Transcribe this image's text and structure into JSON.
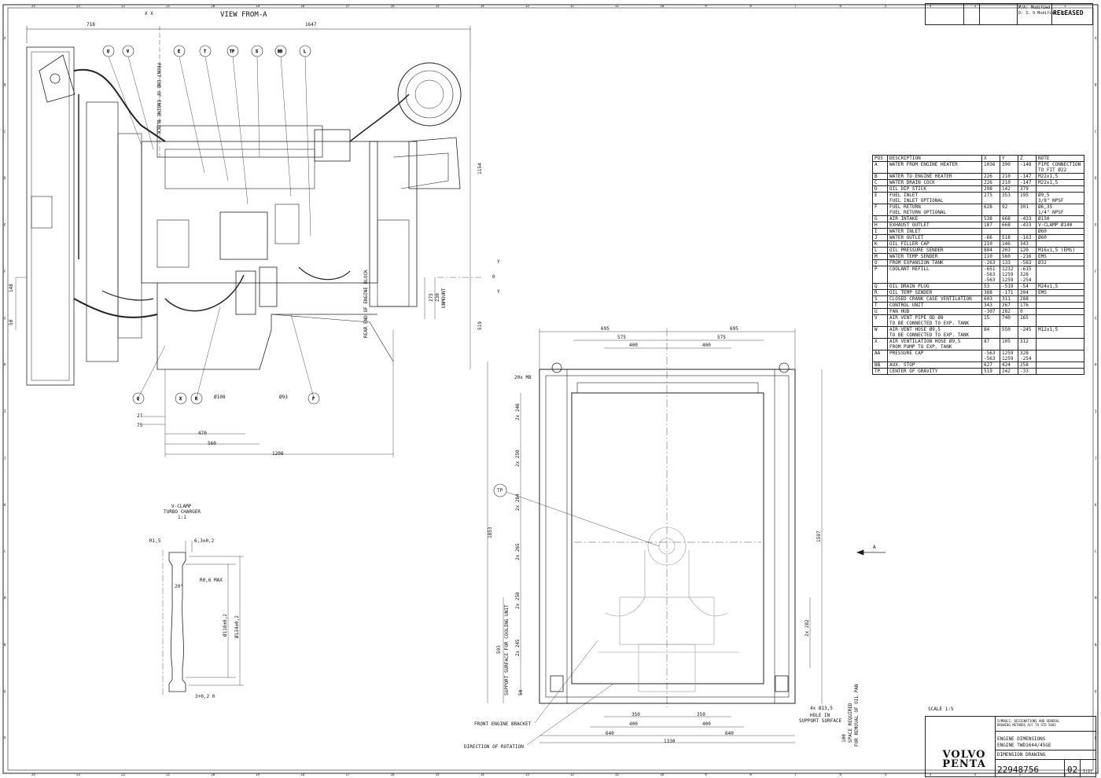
{
  "border": {
    "top_numbers": [
      "24",
      "23",
      "22",
      "21",
      "20",
      "19",
      "18",
      "17",
      "16",
      "15",
      "14",
      "13",
      "12",
      "11",
      "10",
      "9",
      "8",
      "7",
      "6",
      "5",
      "4",
      "3",
      "2",
      "1"
    ],
    "side_letters": [
      "A",
      "B",
      "C",
      "D",
      "E",
      "F",
      "G",
      "H",
      "I",
      "J",
      "K",
      "L",
      "M",
      "N",
      "O",
      "P"
    ]
  },
  "header_view": {
    "view_label": "VIEW FROM-A",
    "x_marks": "X   X"
  },
  "side_view": {
    "top_dims": {
      "left": "718",
      "right": "1647"
    },
    "callouts": [
      "U",
      "V",
      "E",
      "T",
      "TP",
      "S",
      "BB",
      "L"
    ],
    "bottom_callouts": [
      "Q",
      "X",
      "R",
      "F"
    ],
    "front_end_label": "FRONT END OF ENGINE BLOCK",
    "rear_end_label": "REAR END OF ENGINE BLOCK",
    "right_dims": {
      "h1": "1154",
      "h2": "519"
    },
    "small_dims": {
      "d1": "275",
      "d2": "230",
      "d3": "UNMOUNT"
    },
    "left_dims": {
      "v1": "148",
      "v2": "50"
    },
    "diameters": {
      "a": "Ø108",
      "b": "Ø93"
    },
    "bottom_dims": {
      "a": "27",
      "b": "75",
      "c": "470",
      "d": "560",
      "e": "1208"
    },
    "y_marks": {
      "top": "Y",
      "bottom": "Y",
      "mid": "0"
    }
  },
  "front_view": {
    "top_dims": {
      "a": "695",
      "b": "695",
      "c": "575",
      "d": "575",
      "e": "400",
      "f": "400"
    },
    "holes_label": "20x M8",
    "left_chain": [
      "2x 246",
      "2x 250",
      "2x 284",
      "2x 265",
      "2x 250",
      "2x 245"
    ],
    "left_bottom": "50",
    "left_total": "1853",
    "left_593": "593",
    "support_label": "SUPPORT SURFACE FOR COOLING UNIT",
    "right_dims": {
      "h": "1597",
      "d": "2x 282"
    },
    "tp_callout": "TP",
    "bottom_dims": {
      "a": "350",
      "b": "350",
      "c": "400",
      "d": "400",
      "e": "640",
      "f": "640",
      "g": "1330"
    },
    "hole_note": "4x Ø13,5\nHOLE IN\nSUPPORT SURFACE",
    "oil_pan_note": "SPACE REQUIRED\nFOR REMOVAL OF OIL PAN",
    "oil_pan_dim": "100",
    "front_bracket": "FRONT ENGINE BRACKET",
    "direction": "DIRECTION OF ROTATION",
    "arrow_a": "A"
  },
  "vclamp_detail": {
    "title": "V-CLAMP",
    "subtitle": "TURBO CHARGER",
    "scale": "1:1",
    "r1": "R1,5",
    "w": "6,3±0,2",
    "r06": "R0,6 MAX",
    "ang": "20°",
    "d118": "Ø118±0,2",
    "d134": "Ø134±0,2",
    "bottom": "3+0,2\n  0"
  },
  "position_table": {
    "headers": [
      "POS",
      "DESCRIPTION",
      "X",
      "Y",
      "Z",
      "NOTE"
    ],
    "rows": [
      [
        "A",
        "WATER FROM ENGINE HEATER",
        "1036",
        "390",
        "-148",
        "PIPE CONNECTION\nTO FIT Ø22"
      ],
      [
        "B",
        "WATER TO ENGINE HEATER",
        "226",
        "210",
        "-147",
        "M22x1,5"
      ],
      [
        "C",
        "WATER DRAIN COCK",
        "226",
        "210",
        "-147",
        "M22x1,5"
      ],
      [
        "D",
        "OIL DIP STICK",
        "298",
        "142",
        "379",
        ""
      ],
      [
        "E",
        "FUEL INLET\nFUEL INLET OPTIONAL",
        "275",
        "353",
        "195",
        "Ø9,5\n3/8\" NPSF"
      ],
      [
        "F",
        "FUEL RETURN\nFUEL RETURN OPTIONAL",
        "628",
        "92",
        "301",
        "Ø6,35\n1/4\" NPSF"
      ],
      [
        "G",
        "AIR INTAKE",
        "538",
        "668",
        "-433",
        "Ø150"
      ],
      [
        "H",
        "EXHAUST OUTLET",
        "187",
        "668",
        "-433",
        "V-CLAMP Ø140"
      ],
      [
        "I",
        "WATER INLET",
        "",
        "",
        "",
        "Ø60"
      ],
      [
        "J",
        "WATER OUTLET",
        "-66",
        "518",
        "-163",
        "Ø60"
      ],
      [
        "K",
        "OIL FILLER CAP",
        "210",
        "146",
        "343",
        ""
      ],
      [
        "L",
        "OIL PRESSURE SENDER",
        "804",
        "203",
        "120",
        "M16x1,5 (EMS)"
      ],
      [
        "M",
        "WATER TEMP SENDER",
        "110",
        "560",
        "-216",
        "EMS"
      ],
      [
        "O",
        "FROM EXPANSION TANK",
        "-263",
        "133",
        "-583",
        "Ø32"
      ],
      [
        "P",
        "COOLANT REFILL",
        "-651\n-563\n-563",
        "1232\n1259\n1259",
        "-615\n328\n-254",
        ""
      ],
      [
        "Q",
        "OIL DRAIN PLUG",
        "53",
        "-519",
        "-54",
        "M24x1,5"
      ],
      [
        "R",
        "OIL TEMP SENDER",
        "388",
        "-171",
        "204",
        "EMS"
      ],
      [
        "S",
        "CLOSED CRANK CASE VENTILATION",
        "603",
        "311",
        "288",
        ""
      ],
      [
        "T",
        "CONTROL UNIT",
        "343",
        "267",
        "176",
        ""
      ],
      [
        "U",
        "FAN HUB",
        "-307",
        "282",
        "0",
        ""
      ],
      [
        "V",
        "AIR VENT PIPE OD Ø8\nTO BE CONNECTED TO EXP. TANK",
        "15",
        "740",
        "165",
        ""
      ],
      [
        "W",
        "AIR VENT HOSE Ø9,5\nTO BE CONNECTED TO EXP. TANK",
        "84",
        "550",
        "-245",
        "M12x1,5"
      ],
      [
        "X",
        "AIR VENTILATION HOSE Ø9,5\nFROM PUMP TO EXP. TANK",
        "87",
        "105",
        "312",
        ""
      ],
      [
        "AA",
        "PRESSURE CAP",
        "-563\n-563",
        "1259\n1259",
        "328\n-254",
        ""
      ],
      [
        "BB",
        "AUX. STOP",
        "627",
        "424",
        "258",
        ""
      ],
      [
        "TP",
        "CENTER OF GRAVITY",
        "519",
        "242",
        "-33",
        ""
      ]
    ]
  },
  "revision": {
    "status_label": "RELEASED",
    "pa": "P/A:",
    "mod1": "Modified",
    "mod2": "D: 3. 9 Modified: MD"
  },
  "title_block": {
    "scale": "SCALE 1:5",
    "title1": "ENGINE DIMENSIONS",
    "title2": "ENGINE TWD1644/45GE",
    "doc_type": "DIMENSION DRAWING",
    "number": "22948756",
    "rev": "02",
    "sheet": "1(2)",
    "brand": "VOLVO\nPENTA",
    "symbols_note": "SYMBOLS, DESIGNATIONS AND GENERAL\nDRAWING METHODS ACC TO STD 5003"
  }
}
